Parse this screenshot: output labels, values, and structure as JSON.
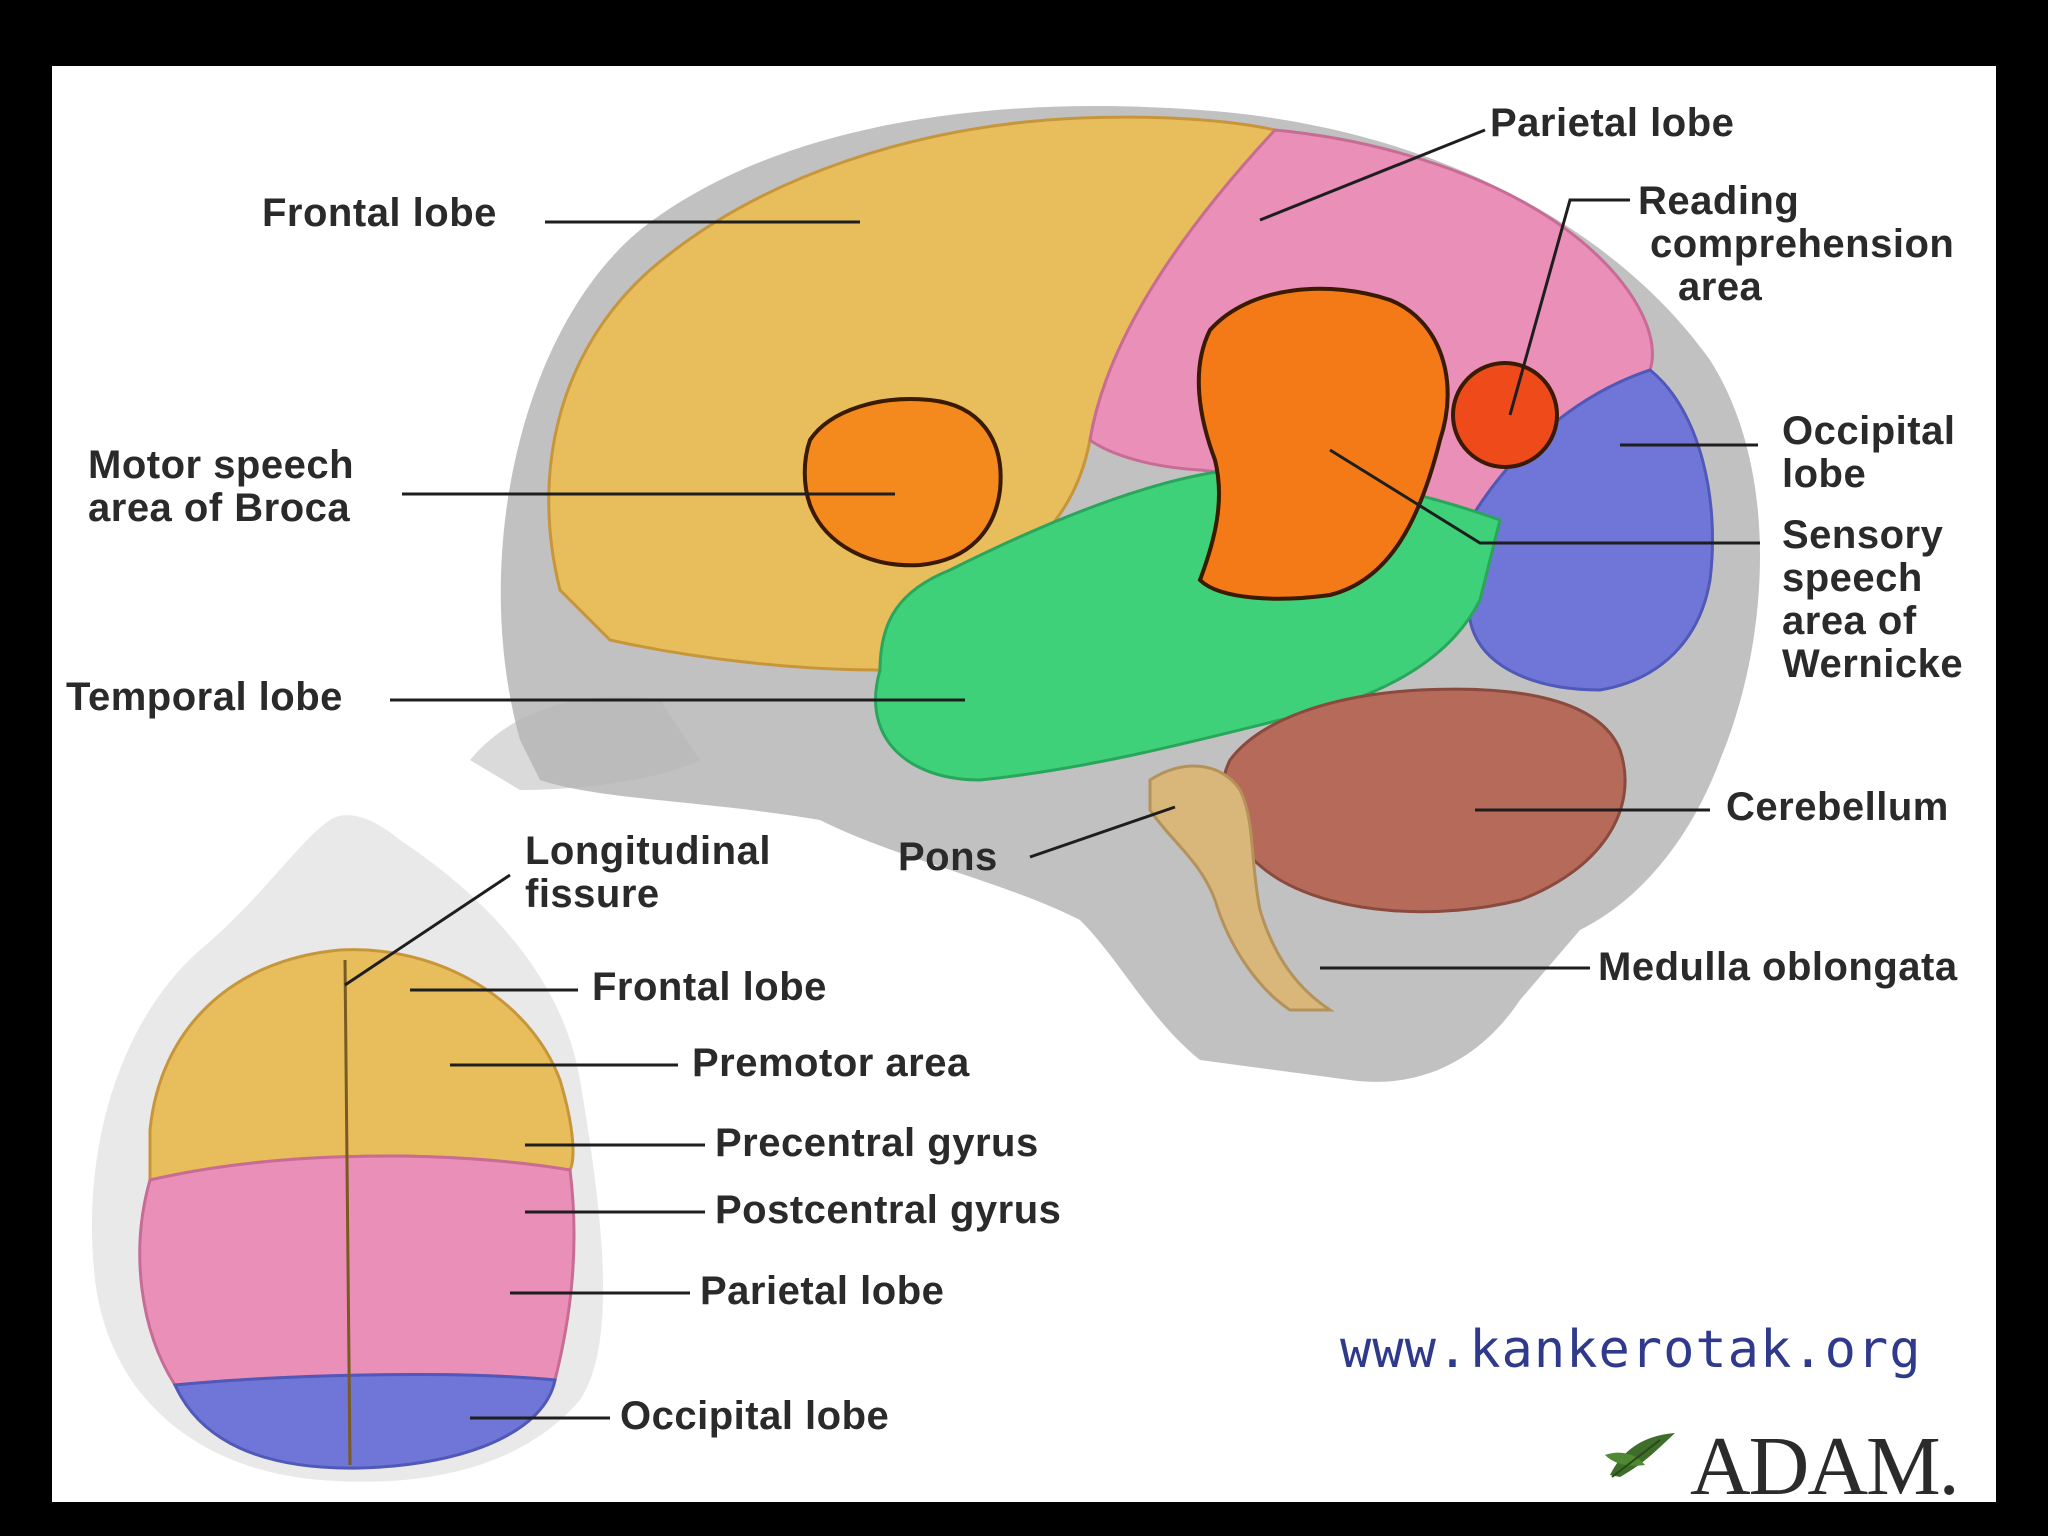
{
  "colors": {
    "background": "#000000",
    "panel": "#ffffff",
    "frontal_lobe": "#e8bd5c",
    "parietal_lobe": "#e98fb8",
    "temporal_lobe": "#3fd07a",
    "occipital_lobe": "#6f76d8",
    "broca_area": "#f48a1e",
    "wernicke_area": "#f47a18",
    "reading_area": "#ee4a1a",
    "cerebellum": "#b56a5a",
    "brainstem": "#d9b77a",
    "website_text": "#2f3a8c"
  },
  "lateral_view_labels": {
    "frontal_lobe": "Frontal lobe",
    "parietal_lobe": "Parietal lobe",
    "reading_area": [
      "Reading",
      "comprehension",
      "area"
    ],
    "broca_area": [
      "Motor speech",
      "area of Broca"
    ],
    "occipital_lobe": [
      "Occipital",
      "lobe"
    ],
    "wernicke_area": [
      "Sensory",
      "speech",
      "area of",
      "Wernicke"
    ],
    "temporal_lobe": "Temporal lobe",
    "cerebellum": "Cerebellum",
    "pons": "Pons",
    "medulla": "Medulla oblongata"
  },
  "top_view_labels": {
    "longitudinal_fissure": [
      "Longitudinal",
      "fissure"
    ],
    "frontal_lobe": "Frontal lobe",
    "premotor_area": "Premotor area",
    "precentral_gyrus": "Precentral gyrus",
    "postcentral_gyrus": "Postcentral gyrus",
    "parietal_lobe": "Parietal lobe",
    "occipital_lobe": "Occipital lobe"
  },
  "credits": {
    "website": "www.kankerotak.org",
    "brand": "ADAM."
  }
}
